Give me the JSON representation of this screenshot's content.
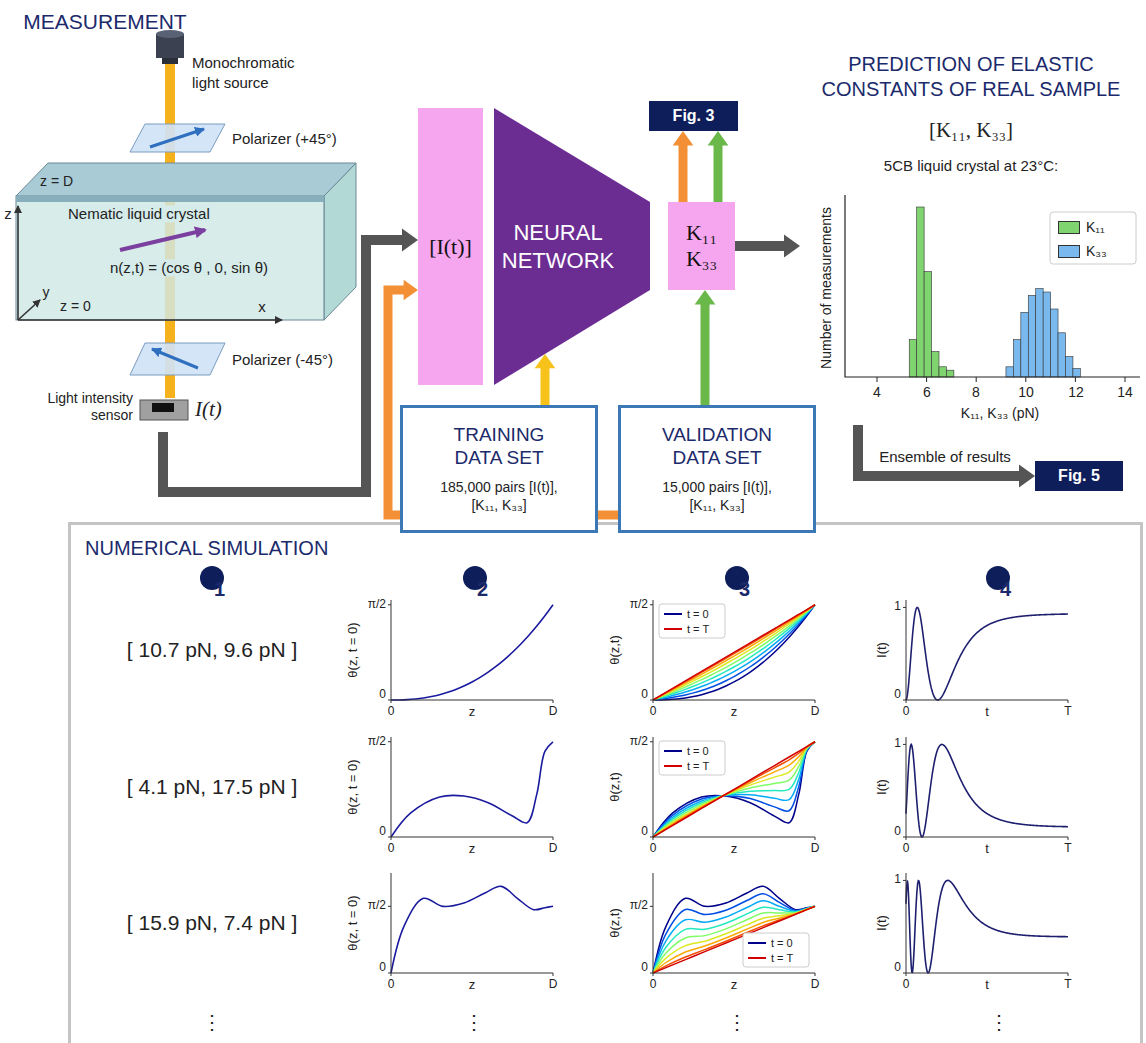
{
  "diagram": {
    "nodes": [
      {
        "text": [
          "Light intensity sensor",
          "I(t)"
        ]
      },
      {
        "text": [
          "[I(t)]"
        ]
      },
      {
        "text": [
          "NEURAL NETWORK"
        ]
      },
      {
        "text": [
          "K₁₁ K₃₃"
        ]
      },
      {
        "text": [
          "Fig. 3"
        ]
      },
      {
        "text": [
          "PREDICTION OF ELASTIC CONSTANTS OF REAL SAMPLE",
          "[K₁₁, K₃₃]",
          "5CB liquid crystal at 23°C:"
        ]
      },
      {
        "text": [
          "TRAINING DATA SET",
          "185,000 pairs [I(t)], [K₁₁, K₃₃]"
        ]
      },
      {
        "text": [
          "VALIDATION DATA SET",
          "15,000 pairs [I(t)], [K₁₁, K₃₃]"
        ]
      },
      {
        "text": [
          "Fig. 5"
        ]
      },
      {
        "text": [
          "NUMERICAL SIMULATION"
        ]
      },
      {
        "text": [
          "1"
        ],
        "in": 9
      },
      {
        "text": [
          "2"
        ],
        "in": 9
      },
      {
        "text": [
          "3"
        ],
        "in": 9
      },
      {
        "text": [
          "4"
        ],
        "in": 9
      }
    ],
    "edges": [
      {
        "from": 0,
        "to": 1,
        "arrow": "to"
      },
      {
        "from": 6,
        "to": 1,
        "arrow": "to"
      },
      {
        "from": 7,
        "to": 6,
        "arrow": "none"
      },
      {
        "from": 6,
        "to": 2,
        "arrow": "to"
      },
      {
        "from": 7,
        "to": 3,
        "arrow": "to"
      },
      {
        "from": 3,
        "to": 4,
        "arrow": "to"
      },
      {
        "from": 3,
        "to": 4,
        "arrow": "to"
      },
      {
        "from": 3,
        "to": 5,
        "arrow": "to"
      },
      {
        "from": 5,
        "to": 8,
        "label": "Ensemble of results",
        "arrow": "to"
      }
    ],
    "labels": [
      "MEASUREMENT",
      "Monochromatic light source",
      "Polarizer (+45°)",
      "z = D",
      "z",
      "Nematic liquid crystal",
      "n(z,t) = (cos θ , 0, sin θ)",
      "y",
      "z = 0",
      "x",
      "Polarizer (-45°)",
      "Number of measurements",
      "4",
      "6",
      "8",
      "10",
      "12",
      "14",
      "K₁₁, K₃₃ (pN)",
      "[ 10.7 pN, 9.6 pN ]",
      "[ 4.1 pN, 17.5 pN ]",
      "[ 15.9 pN, 7.4 pN ]",
      "⋮",
      "⋮",
      "⋮",
      "⋮",
      "θ(z, t = 0)",
      "π/2",
      "0",
      "z",
      "0",
      "D",
      "θ(z,t)",
      "π/2",
      "0",
      "z",
      "0",
      "D",
      "t = 0",
      "t = T",
      "I(t)",
      "1",
      "0",
      "t",
      "0",
      "T",
      "θ(z, t = 0)",
      "π/2",
      "0",
      "z",
      "0",
      "D",
      "θ(z,t)",
      "π/2",
      "0",
      "z",
      "0",
      "D",
      "t = 0",
      "t = T",
      "I(t)",
      "1",
      "0",
      "t",
      "0",
      "T",
      "θ(z, t = 0)",
      "π/2",
      "0",
      "z",
      "0",
      "D",
      "θ(z,t)",
      "π/2",
      "0",
      "z",
      "0",
      "D",
      "t = 0",
      "t = T",
      "I(t)",
      "1",
      "0",
      "t",
      "0",
      "T"
    ],
    "legend": [
      {
        "text": "K₁₁",
        "color": "#7fd46f"
      },
      {
        "text": "K₃₃",
        "color": "#79b9ee"
      }
    ]
  }
}
